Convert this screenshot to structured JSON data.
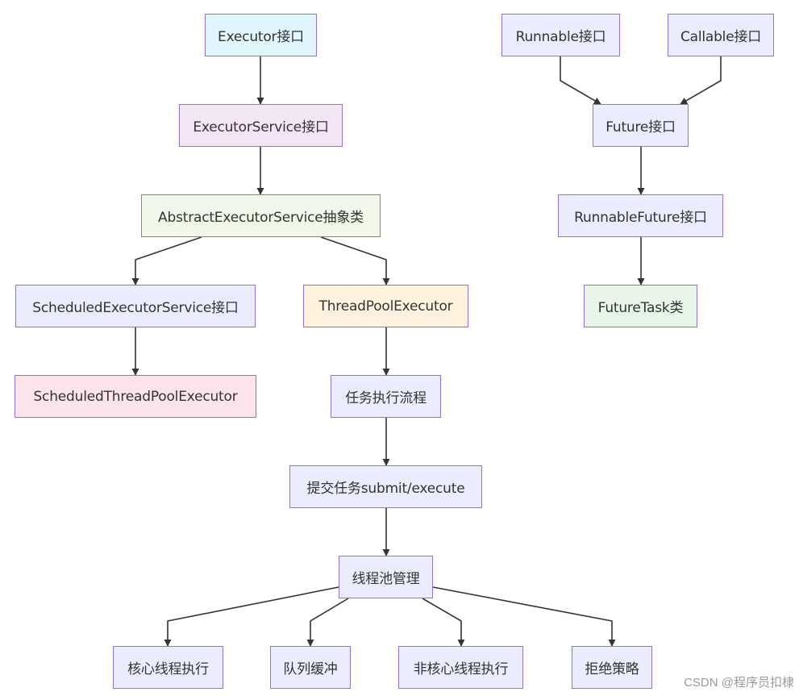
{
  "diagram": {
    "nodes": [
      {
        "id": "executor",
        "label": "Executor接口",
        "fill": "#e1f5fe"
      },
      {
        "id": "executor-service",
        "label": "ExecutorService接口",
        "fill": "#f3e5f5"
      },
      {
        "id": "abstract-executor-service",
        "label": "AbstractExecutorService抽象类",
        "fill": "#f1f8e9"
      },
      {
        "id": "scheduled-executor-service",
        "label": "ScheduledExecutorService接口",
        "fill": "#ececff"
      },
      {
        "id": "thread-pool-executor",
        "label": "ThreadPoolExecutor",
        "fill": "#fff3e0"
      },
      {
        "id": "scheduled-thread-pool-executor",
        "label": "ScheduledThreadPoolExecutor",
        "fill": "#fce4ec"
      },
      {
        "id": "task-flow",
        "label": "任务执行流程",
        "fill": "#ececff"
      },
      {
        "id": "submit-task",
        "label": "提交任务submit/execute",
        "fill": "#ececff"
      },
      {
        "id": "pool-management",
        "label": "线程池管理",
        "fill": "#ececff"
      },
      {
        "id": "core-thread",
        "label": "核心线程执行",
        "fill": "#ececff"
      },
      {
        "id": "queue-buffer",
        "label": "队列缓冲",
        "fill": "#ececff"
      },
      {
        "id": "non-core-thread",
        "label": "非核心线程执行",
        "fill": "#ececff"
      },
      {
        "id": "reject-policy",
        "label": "拒绝策略",
        "fill": "#ececff"
      },
      {
        "id": "runnable",
        "label": "Runnable接口",
        "fill": "#ececff"
      },
      {
        "id": "callable",
        "label": "Callable接口",
        "fill": "#ececff"
      },
      {
        "id": "future",
        "label": "Future接口",
        "fill": "#ececff"
      },
      {
        "id": "runnable-future",
        "label": "RunnableFuture接口",
        "fill": "#ececff"
      },
      {
        "id": "future-task",
        "label": "FutureTask类",
        "fill": "#e8f5e9"
      }
    ],
    "edges": [
      {
        "from": "executor",
        "to": "executor-service"
      },
      {
        "from": "executor-service",
        "to": "abstract-executor-service"
      },
      {
        "from": "abstract-executor-service",
        "to": "scheduled-executor-service"
      },
      {
        "from": "abstract-executor-service",
        "to": "thread-pool-executor"
      },
      {
        "from": "scheduled-executor-service",
        "to": "scheduled-thread-pool-executor"
      },
      {
        "from": "thread-pool-executor",
        "to": "task-flow"
      },
      {
        "from": "task-flow",
        "to": "submit-task"
      },
      {
        "from": "submit-task",
        "to": "pool-management"
      },
      {
        "from": "pool-management",
        "to": "core-thread"
      },
      {
        "from": "pool-management",
        "to": "queue-buffer"
      },
      {
        "from": "pool-management",
        "to": "non-core-thread"
      },
      {
        "from": "pool-management",
        "to": "reject-policy"
      },
      {
        "from": "runnable",
        "to": "future"
      },
      {
        "from": "callable",
        "to": "future"
      },
      {
        "from": "future",
        "to": "runnable-future"
      },
      {
        "from": "runnable-future",
        "to": "future-task"
      }
    ],
    "border_color": "#9370DB",
    "edge_color": "#333333"
  },
  "watermark": "CSDN @程序员扣棣"
}
